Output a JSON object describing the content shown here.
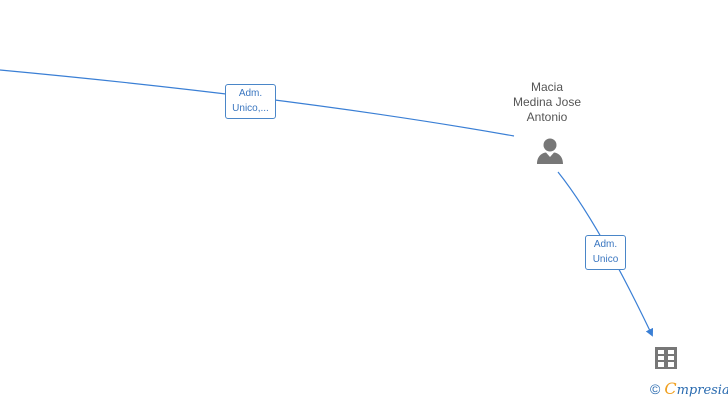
{
  "person": {
    "name_lines": [
      "Macia",
      "Medina Jose",
      "Antonio"
    ]
  },
  "edges": [
    {
      "label_lines": [
        "Adm.",
        "Unico,..."
      ]
    },
    {
      "label_lines": [
        "Adm.",
        "Unico"
      ]
    }
  ],
  "watermark": {
    "copyright": "©",
    "brand_first": "C",
    "brand_rest": "mpresia"
  },
  "colors": {
    "edge": "#3a7fd5",
    "icon": "#777777"
  },
  "icons": {
    "person": "person-icon",
    "company": "building-icon"
  }
}
